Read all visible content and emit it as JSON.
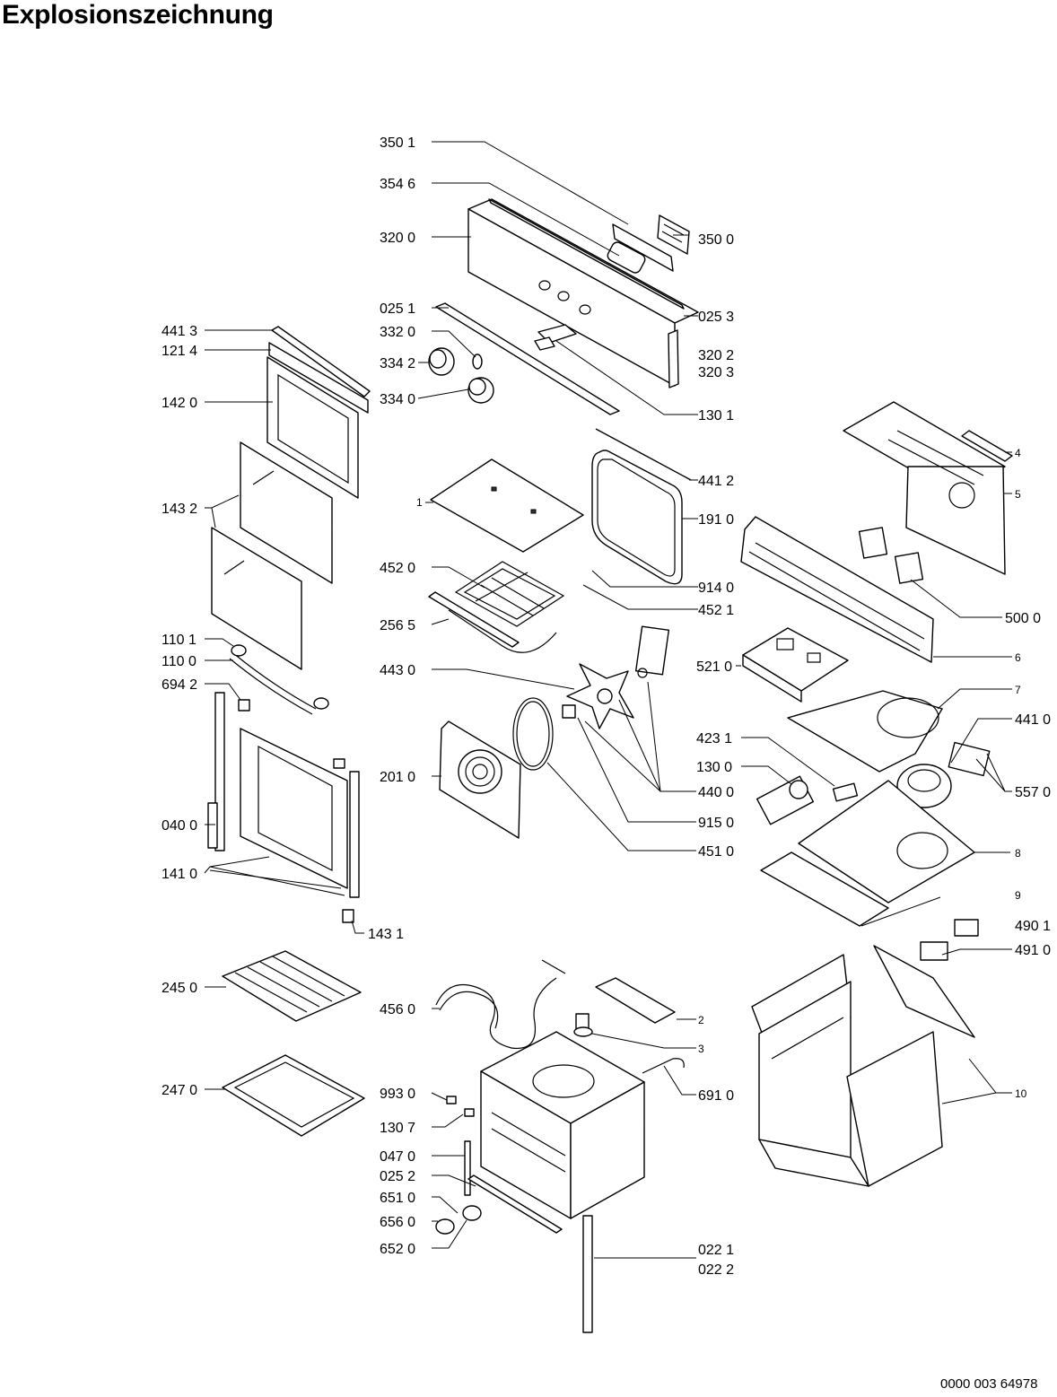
{
  "header": {
    "title": "Explosionszeichnung"
  },
  "footer": {
    "document_number": "0000 003 64978"
  },
  "callouts": {
    "p3501": "350 1",
    "p3546": "354 6",
    "p3200": "320 0",
    "p3500": "350 0",
    "p0251": "025 1",
    "p0253": "025 3",
    "p3320": "332 0",
    "p3342": "334 2",
    "p3340": "334 0",
    "p3202": "320 2",
    "p3203": "320 3",
    "p1301": "130 1",
    "p4413": "441 3",
    "p1214": "121 4",
    "p1420": "142 0",
    "p4412": "441 2",
    "p1910": "191 0",
    "p1432": "143 2",
    "n1": "1",
    "p4520": "452 0",
    "p9140": "914 0",
    "p4521": "452 1",
    "p2565": "256 5",
    "p5000": "500 0",
    "p1101": "110 1",
    "p1100": "110 0",
    "p4430": "443 0",
    "p5210": "521 0",
    "p6942": "694 2",
    "n4": "4",
    "n5": "5",
    "n6": "6",
    "n7": "7",
    "p4410": "441 0",
    "p4231": "423 1",
    "p1300": "130 0",
    "p2010": "201 0",
    "p4400": "440 0",
    "p5570": "557 0",
    "p0400": "040 0",
    "p9150": "915 0",
    "n8": "8",
    "p1410": "141 0",
    "p4510": "451 0",
    "n9": "9",
    "p4901": "490 1",
    "p1431": "143 1",
    "p4910": "491 0",
    "p2450": "245 0",
    "p4560": "456 0",
    "n2": "2",
    "n3": "3",
    "p2470": "247 0",
    "p9930": "993 0",
    "p6910": "691 0",
    "n10": "10",
    "p1307": "130 7",
    "p0470": "047 0",
    "p0252": "025 2",
    "p6510": "651 0",
    "p6560": "656 0",
    "p6520": "652 0",
    "p0221": "022 1",
    "p0222": "022 2"
  }
}
